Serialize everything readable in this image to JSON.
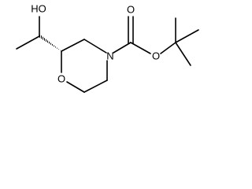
{
  "diagram": {
    "atoms": {
      "hydroxyl": "HO",
      "ring_oxygen": "O",
      "ring_nitrogen": "N",
      "carbonyl_oxygen": "O",
      "ester_oxygen": "O"
    },
    "colors": {
      "bond": "#000000",
      "label": "#000000",
      "background": "#ffffff"
    }
  }
}
